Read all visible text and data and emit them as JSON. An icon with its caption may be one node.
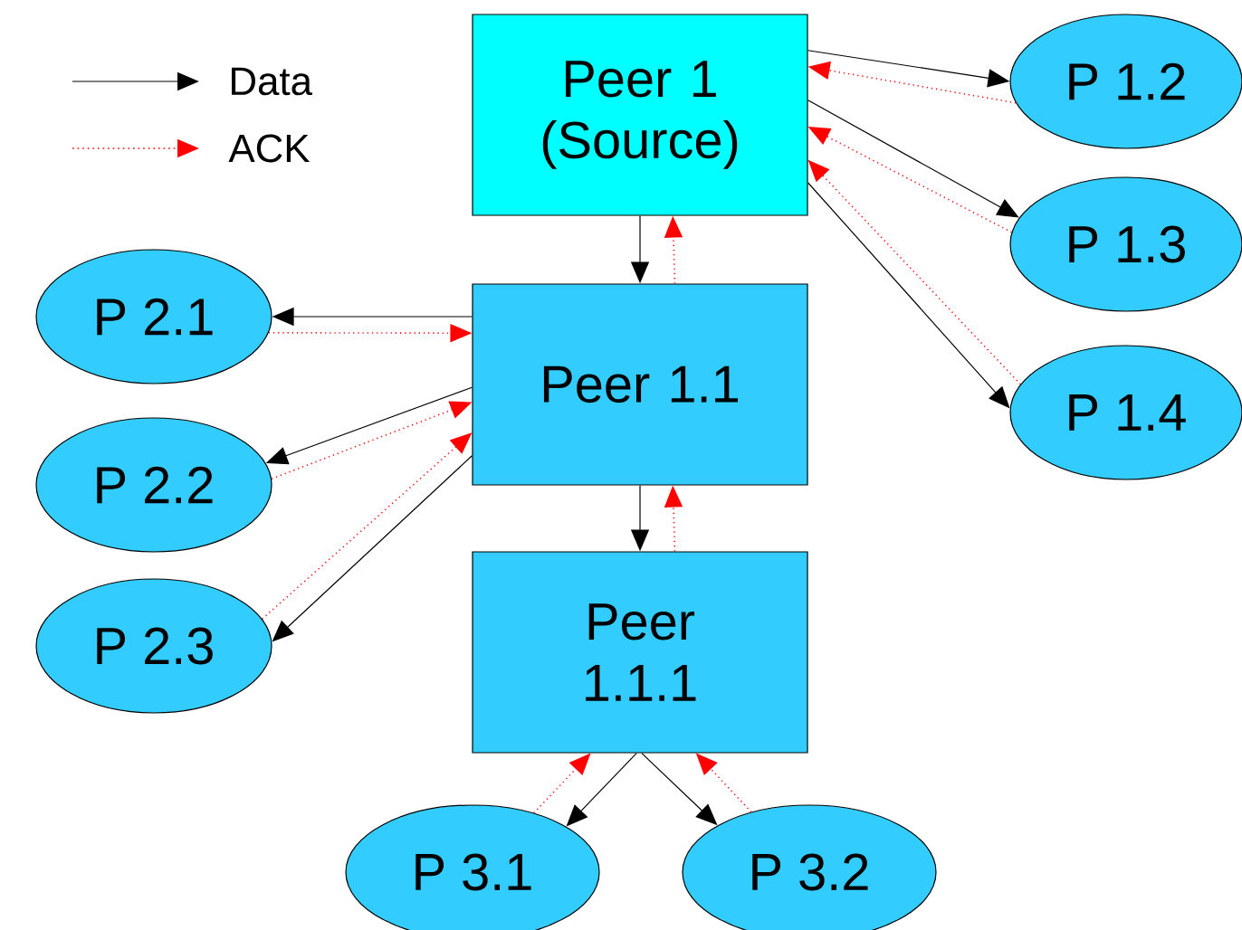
{
  "diagram": {
    "nodes": [
      {
        "text": [
          "Peer 1 (Source)"
        ]
      },
      {
        "text": [
          "P 1.2"
        ]
      },
      {
        "text": [
          "P 1.3"
        ]
      },
      {
        "text": [
          "P 1.4"
        ]
      },
      {
        "text": [
          "P 2.1"
        ]
      },
      {
        "text": [
          "Peer 1.1"
        ]
      },
      {
        "text": [
          "P 2.2"
        ]
      },
      {
        "text": [
          "P 2.3"
        ]
      },
      {
        "text": [
          "Peer 1.1.1"
        ]
      },
      {
        "text": [
          "P 3.1"
        ]
      },
      {
        "text": [
          "P 3.2"
        ]
      }
    ],
    "edges": [
      {
        "from": 0,
        "to": 1,
        "arrow": "to"
      },
      {
        "from": 1,
        "to": 0,
        "arrow": "to",
        "style": "dashed",
        "color": "#ff0000"
      },
      {
        "from": 0,
        "to": 2,
        "arrow": "to"
      },
      {
        "from": 2,
        "to": 0,
        "arrow": "to",
        "style": "dashed",
        "color": "#ff0000"
      },
      {
        "from": 0,
        "to": 3,
        "arrow": "to"
      },
      {
        "from": 3,
        "to": 0,
        "arrow": "to",
        "style": "dashed",
        "color": "#ff0000"
      },
      {
        "from": 0,
        "to": 5,
        "arrow": "to"
      },
      {
        "from": 5,
        "to": 0,
        "arrow": "to",
        "style": "dashed",
        "color": "#ff0000"
      },
      {
        "from": 5,
        "to": 4,
        "arrow": "to"
      },
      {
        "from": 4,
        "to": 5,
        "arrow": "to",
        "style": "dashed",
        "color": "#ff0000"
      },
      {
        "from": 5,
        "to": 6,
        "arrow": "to"
      },
      {
        "from": 6,
        "to": 5,
        "arrow": "to",
        "style": "dashed",
        "color": "#ff0000"
      },
      {
        "from": 5,
        "to": 7,
        "arrow": "to"
      },
      {
        "from": 7,
        "to": 5,
        "arrow": "to",
        "style": "dashed",
        "color": "#ff0000"
      },
      {
        "from": 5,
        "to": 8,
        "arrow": "to"
      },
      {
        "from": 8,
        "to": 5,
        "arrow": "to",
        "style": "dashed",
        "color": "#ff0000"
      },
      {
        "from": 8,
        "to": 9,
        "arrow": "to"
      },
      {
        "from": 9,
        "to": 8,
        "arrow": "to",
        "style": "dashed",
        "color": "#ff0000"
      },
      {
        "from": 8,
        "to": 10,
        "arrow": "to"
      },
      {
        "from": 10,
        "to": 8,
        "arrow": "to",
        "style": "dashed",
        "color": "#ff0000"
      }
    ],
    "legend": [
      {
        "text": "Data"
      },
      {
        "text": "ACK"
      }
    ]
  }
}
